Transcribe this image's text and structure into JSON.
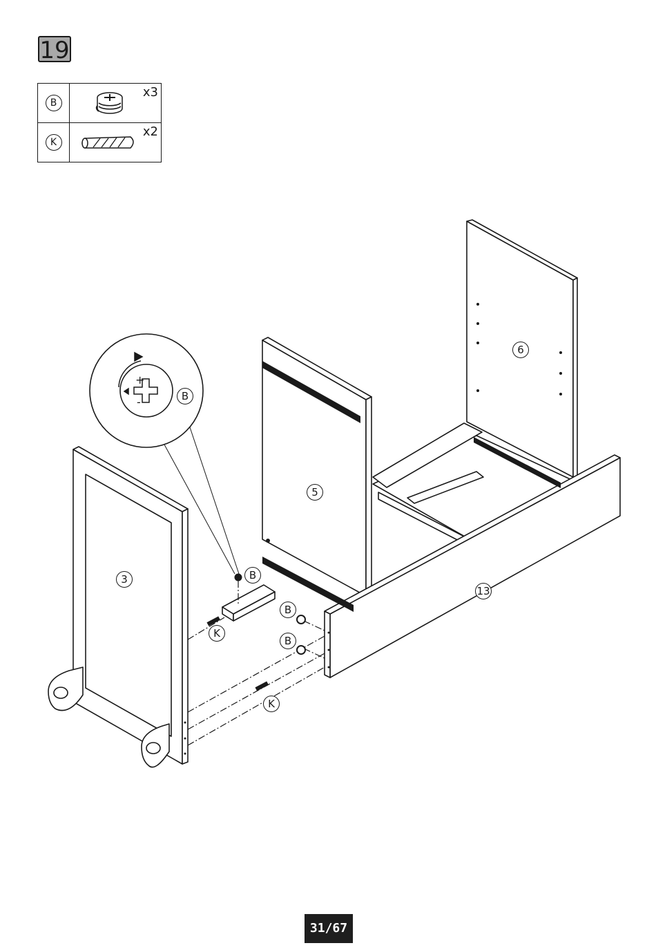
{
  "step": {
    "number": "19"
  },
  "parts": [
    {
      "letter": "B",
      "quantity": "x3",
      "icon": "cam-lock-icon"
    },
    {
      "letter": "K",
      "quantity": "x2",
      "icon": "wooden-dowel-icon"
    }
  ],
  "callouts": {
    "panel_3": "3",
    "panel_5": "5",
    "panel_6": "6",
    "panel_13": "13",
    "b_detail": "B",
    "b_top": "B",
    "b_mid": "B",
    "b_low": "B",
    "k_left": "K",
    "k_right": "K",
    "detail_plus": "+",
    "detail_minus": "-"
  },
  "footer": {
    "page": "31/67"
  },
  "colors": {
    "ink": "#1a1a1a",
    "step_bg": "#a9a9a9",
    "badge_bg": "#1e1e1e"
  }
}
